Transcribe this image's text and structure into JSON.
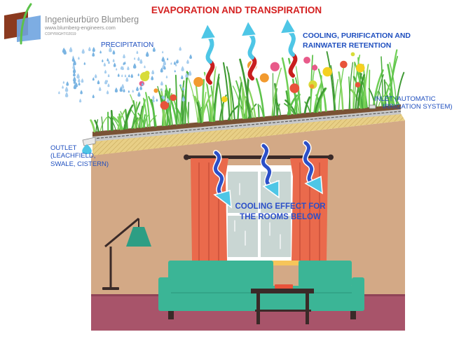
{
  "diagram": {
    "title": "EVAPORATION AND TRANSPIRATION",
    "brand": {
      "name": "Ingenieurbüro Blumberg",
      "url": "www.blumberg-engineers.com",
      "copyright": "COPYRIGHT©2019"
    },
    "labels": {
      "precipitation": "PRECIPITATION",
      "cooling_line1": "COOLING, PURIFICATION AND",
      "cooling_line2": "RAINWATER RETENTION",
      "inlet_line1": "INLET (AUTOMATIC",
      "inlet_line2": "IRRIGATION SYSTEM)",
      "outlet_line1": "OUTLET",
      "outlet_line2": "(LEACHFIELD,",
      "outlet_line3": "SWALE, CISTERN)",
      "rooms_line1": "COOLING EFFECT FOR",
      "rooms_line2": "THE ROOMS BELOW"
    }
  },
  "colors": {
    "title_red": "#d42020",
    "label_blue": "#1f4fbf",
    "wall": "#d3a986",
    "floor": "#a8546a",
    "roof_layer": "#e6cc82",
    "roof_soil": "#7a5234",
    "grass": "#4cae3e",
    "curtain": "#ea6a4c",
    "sofa": "#3bb596",
    "lamp_shade": "#2d9e84",
    "arrow_red": "#c81e1e",
    "arrow_cyan": "#4ec6e6",
    "arrow_blue": "#2b4fc8",
    "rain": "#7ab4e2"
  }
}
